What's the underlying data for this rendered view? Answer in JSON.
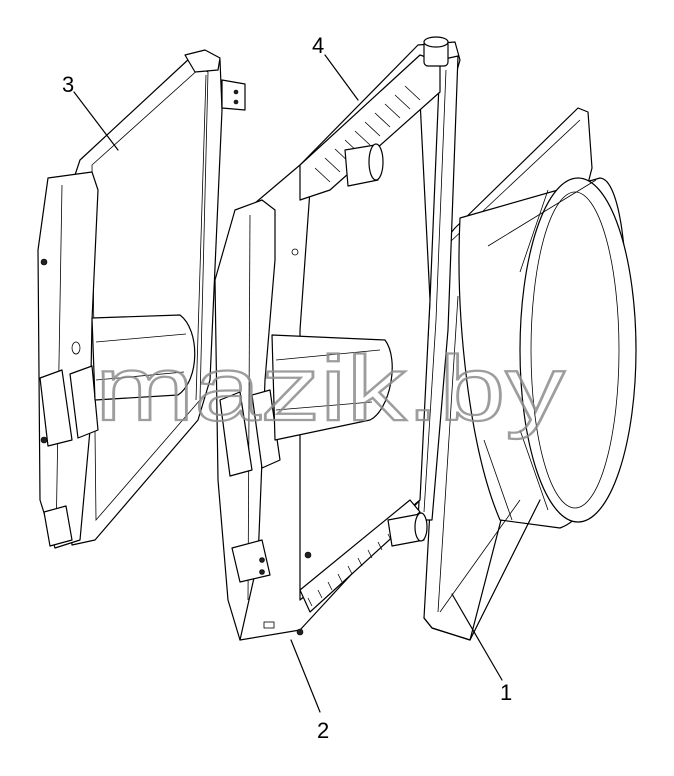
{
  "callouts": {
    "part_1": "1",
    "part_2": "2",
    "part_3": "3",
    "part_4": "4"
  },
  "watermark": "mazik.by",
  "colors": {
    "line": "#000000",
    "background": "#ffffff",
    "watermark": "#8c8c8c"
  }
}
